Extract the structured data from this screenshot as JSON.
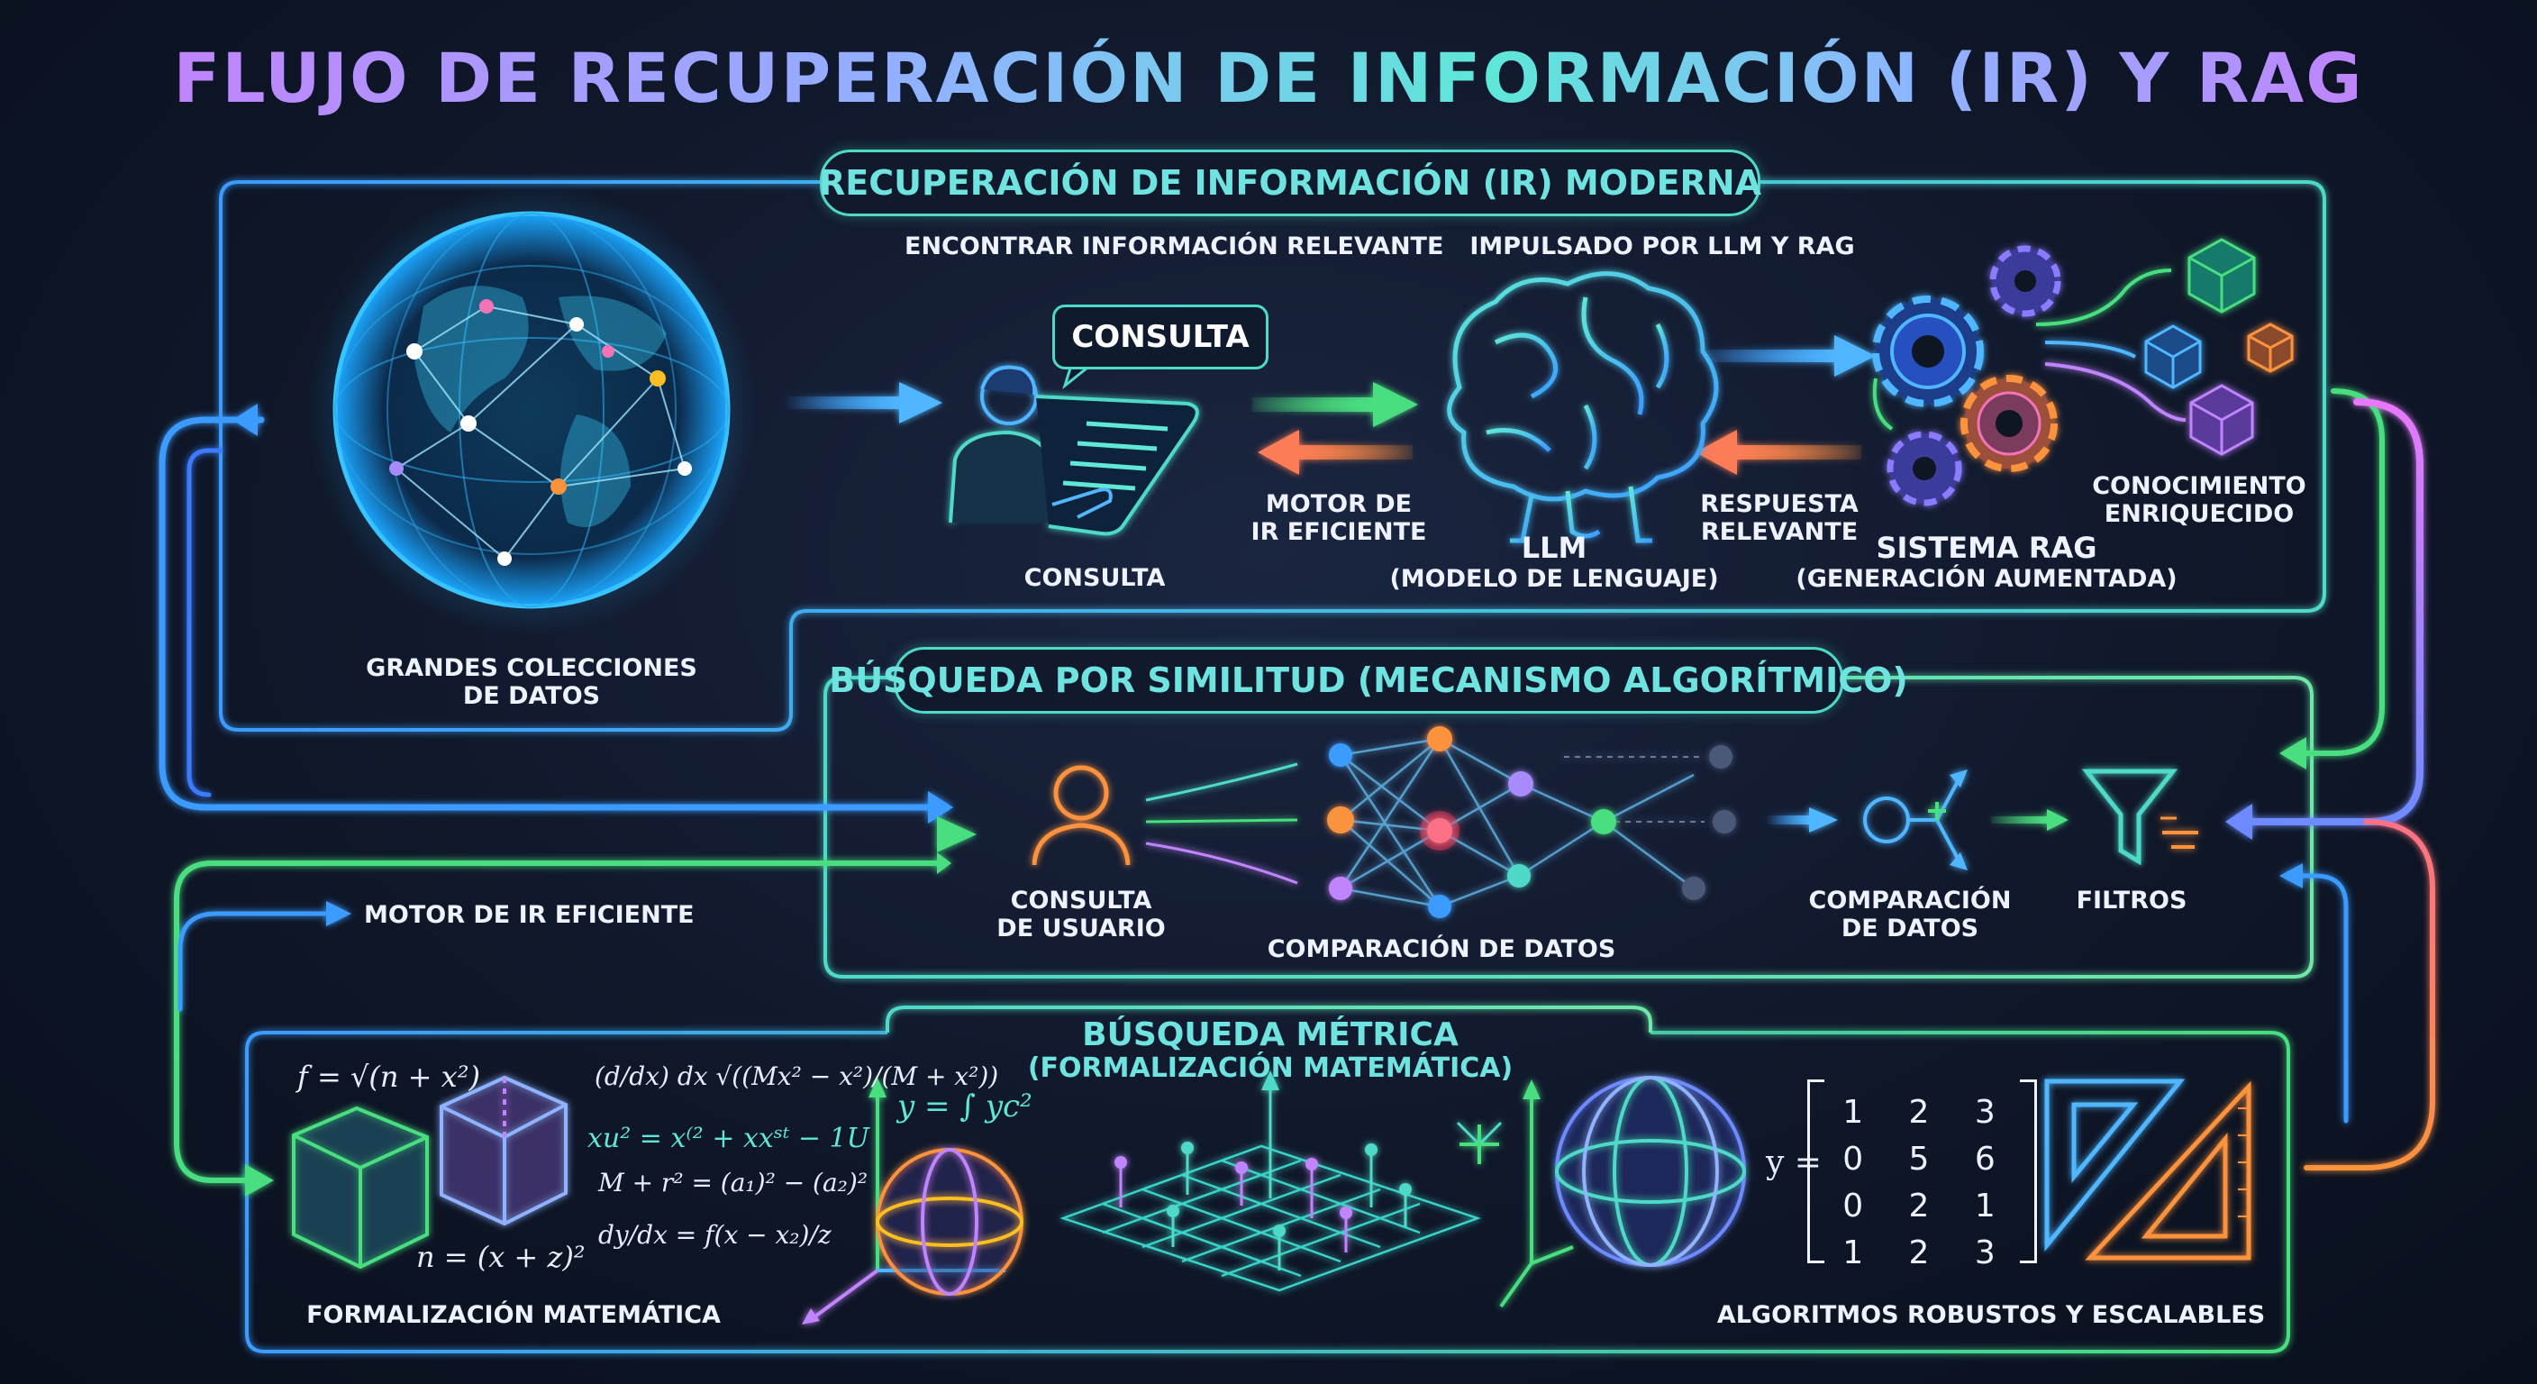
{
  "title": "FLUJO DE RECUPERACIÓN DE INFORMACIÓN (IR) Y RAG",
  "sections": {
    "ir_modern": {
      "header": "RECUPERACIÓN DE INFORMACIÓN (IR) MODERNA",
      "sub_left": "ENCONTRAR INFORMACIÓN RELEVANTE",
      "sub_right": "IMPULSADO POR LLM Y RAG",
      "globe_label_1": "GRANDES COLECCIONES",
      "globe_label_2": "DE DATOS",
      "bubble": "CONSULTA",
      "user_label": "CONSULTA",
      "engine_label_1": "MOTOR DE",
      "engine_label_2": "IR EFICIENTE",
      "llm_label_1": "LLM",
      "llm_label_2": "(MODELO DE LENGUAJE)",
      "response_label_1": "RESPUESTA",
      "response_label_2": "RELEVANTE",
      "rag_label_1": "SISTEMA RAG",
      "rag_label_2": "(GENERACIÓN AUMENTADA)",
      "knowledge_label_1": "CONOCIMIENTO",
      "knowledge_label_2": "ENRIQUECIDO"
    },
    "similarity": {
      "header": "BÚSQUEDA POR SIMILITUD (MECANISMO ALGORÍTMICO)",
      "user_label_1": "CONSULTA",
      "user_label_2": "DE USUARIO",
      "network_label": "COMPARACIÓN DE DATOS",
      "compare_label_1": "COMPARACIÓN",
      "compare_label_2": "DE DATOS",
      "filters_label": "FILTROS",
      "engine_side_label": "MOTOR DE IR EFICIENTE"
    },
    "metric": {
      "header_1": "BÚSQUEDA MÉTRICA",
      "header_2": "(FORMALIZACIÓN MATEMÁTICA)",
      "formal_label": "FORMALIZACIÓN MATEMÁTICA",
      "algo_label": "ALGORITMOS ROBUSTOS Y ESCALABLES",
      "eq_1": "f = √(n + x²)",
      "eq_2": "(d/dx) dx √((Mx² − x²)/(M + x²))",
      "eq_3": "xu² = x⁽² + xxˢᵗ − 1U",
      "eq_4": "M + r² = (a₁)² − (a₂)²",
      "eq_5": "dy/dx = f(x − x₂)/z",
      "eq_6": "n = (x + z)²",
      "eq_7": "y = ∫ yc²",
      "matrix_prefix": "y =",
      "matrix": [
        [
          "1",
          "2",
          "3"
        ],
        [
          "0",
          "5",
          "6"
        ],
        [
          "0",
          "2",
          "1"
        ],
        [
          "1",
          "2",
          "3"
        ]
      ]
    }
  },
  "colors": {
    "background": "#0d1424",
    "teal": "#4fd9c9",
    "blue": "#3b9bff",
    "green": "#4ade80",
    "purple": "#c084fc",
    "orange": "#fb923c",
    "text": "#eef3ff"
  },
  "icons": [
    "globe-icon",
    "user-tablet-icon",
    "brain-icon",
    "gear-icon",
    "cube-icon",
    "user-icon",
    "neural-network-icon",
    "compare-icon",
    "filter-funnel-icon",
    "sphere-icon",
    "grid-plot-icon",
    "set-square-icon"
  ]
}
